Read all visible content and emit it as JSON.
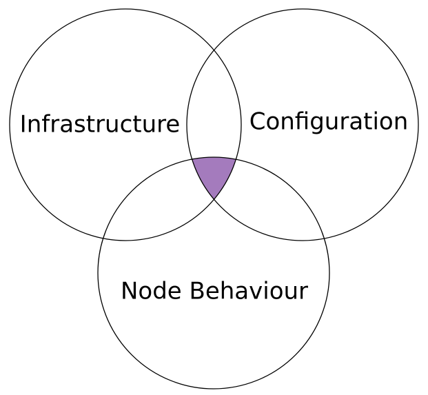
{
  "diagram": {
    "type": "venn",
    "highlight_color": "#a47bbd",
    "line_color": "#000000",
    "sets": [
      {
        "id": "infrastructure",
        "label": "Infrastructure"
      },
      {
        "id": "configuration",
        "label": "Configuration"
      },
      {
        "id": "node-behaviour",
        "label": "Node Behaviour"
      }
    ],
    "highlighted_region": [
      "infrastructure",
      "configuration",
      "node-behaviour"
    ]
  }
}
